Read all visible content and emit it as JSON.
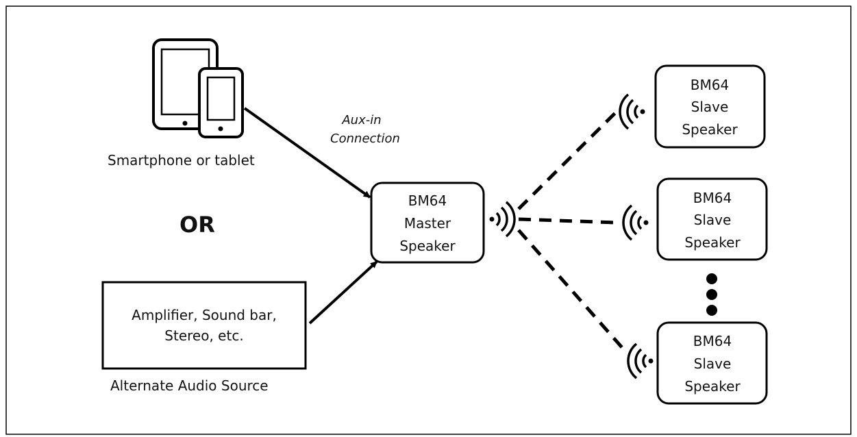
{
  "source": {
    "device_label": "Smartphone or tablet",
    "or_label": "OR",
    "alt_box_lines": [
      "Amplifier,  Sound bar,",
      "Stereo, etc."
    ],
    "alt_caption": "Alternate Audio Source"
  },
  "connection_label_lines": [
    "Aux-in",
    "Connection"
  ],
  "master": {
    "lines": [
      "BM64",
      "Master",
      "Speaker"
    ]
  },
  "slaves": [
    {
      "lines": [
        "BM64",
        "Slave",
        "Speaker"
      ]
    },
    {
      "lines": [
        "BM64",
        "Slave",
        "Speaker"
      ]
    },
    {
      "lines": [
        "BM64",
        "Slave",
        "Speaker"
      ]
    }
  ],
  "icons": {
    "device": "tablet-phone-icon",
    "wireless": "wireless-signal-icon",
    "ellipsis": "vertical-ellipsis-icon"
  },
  "colors": {
    "ink": "#000000",
    "background": "#ffffff"
  }
}
